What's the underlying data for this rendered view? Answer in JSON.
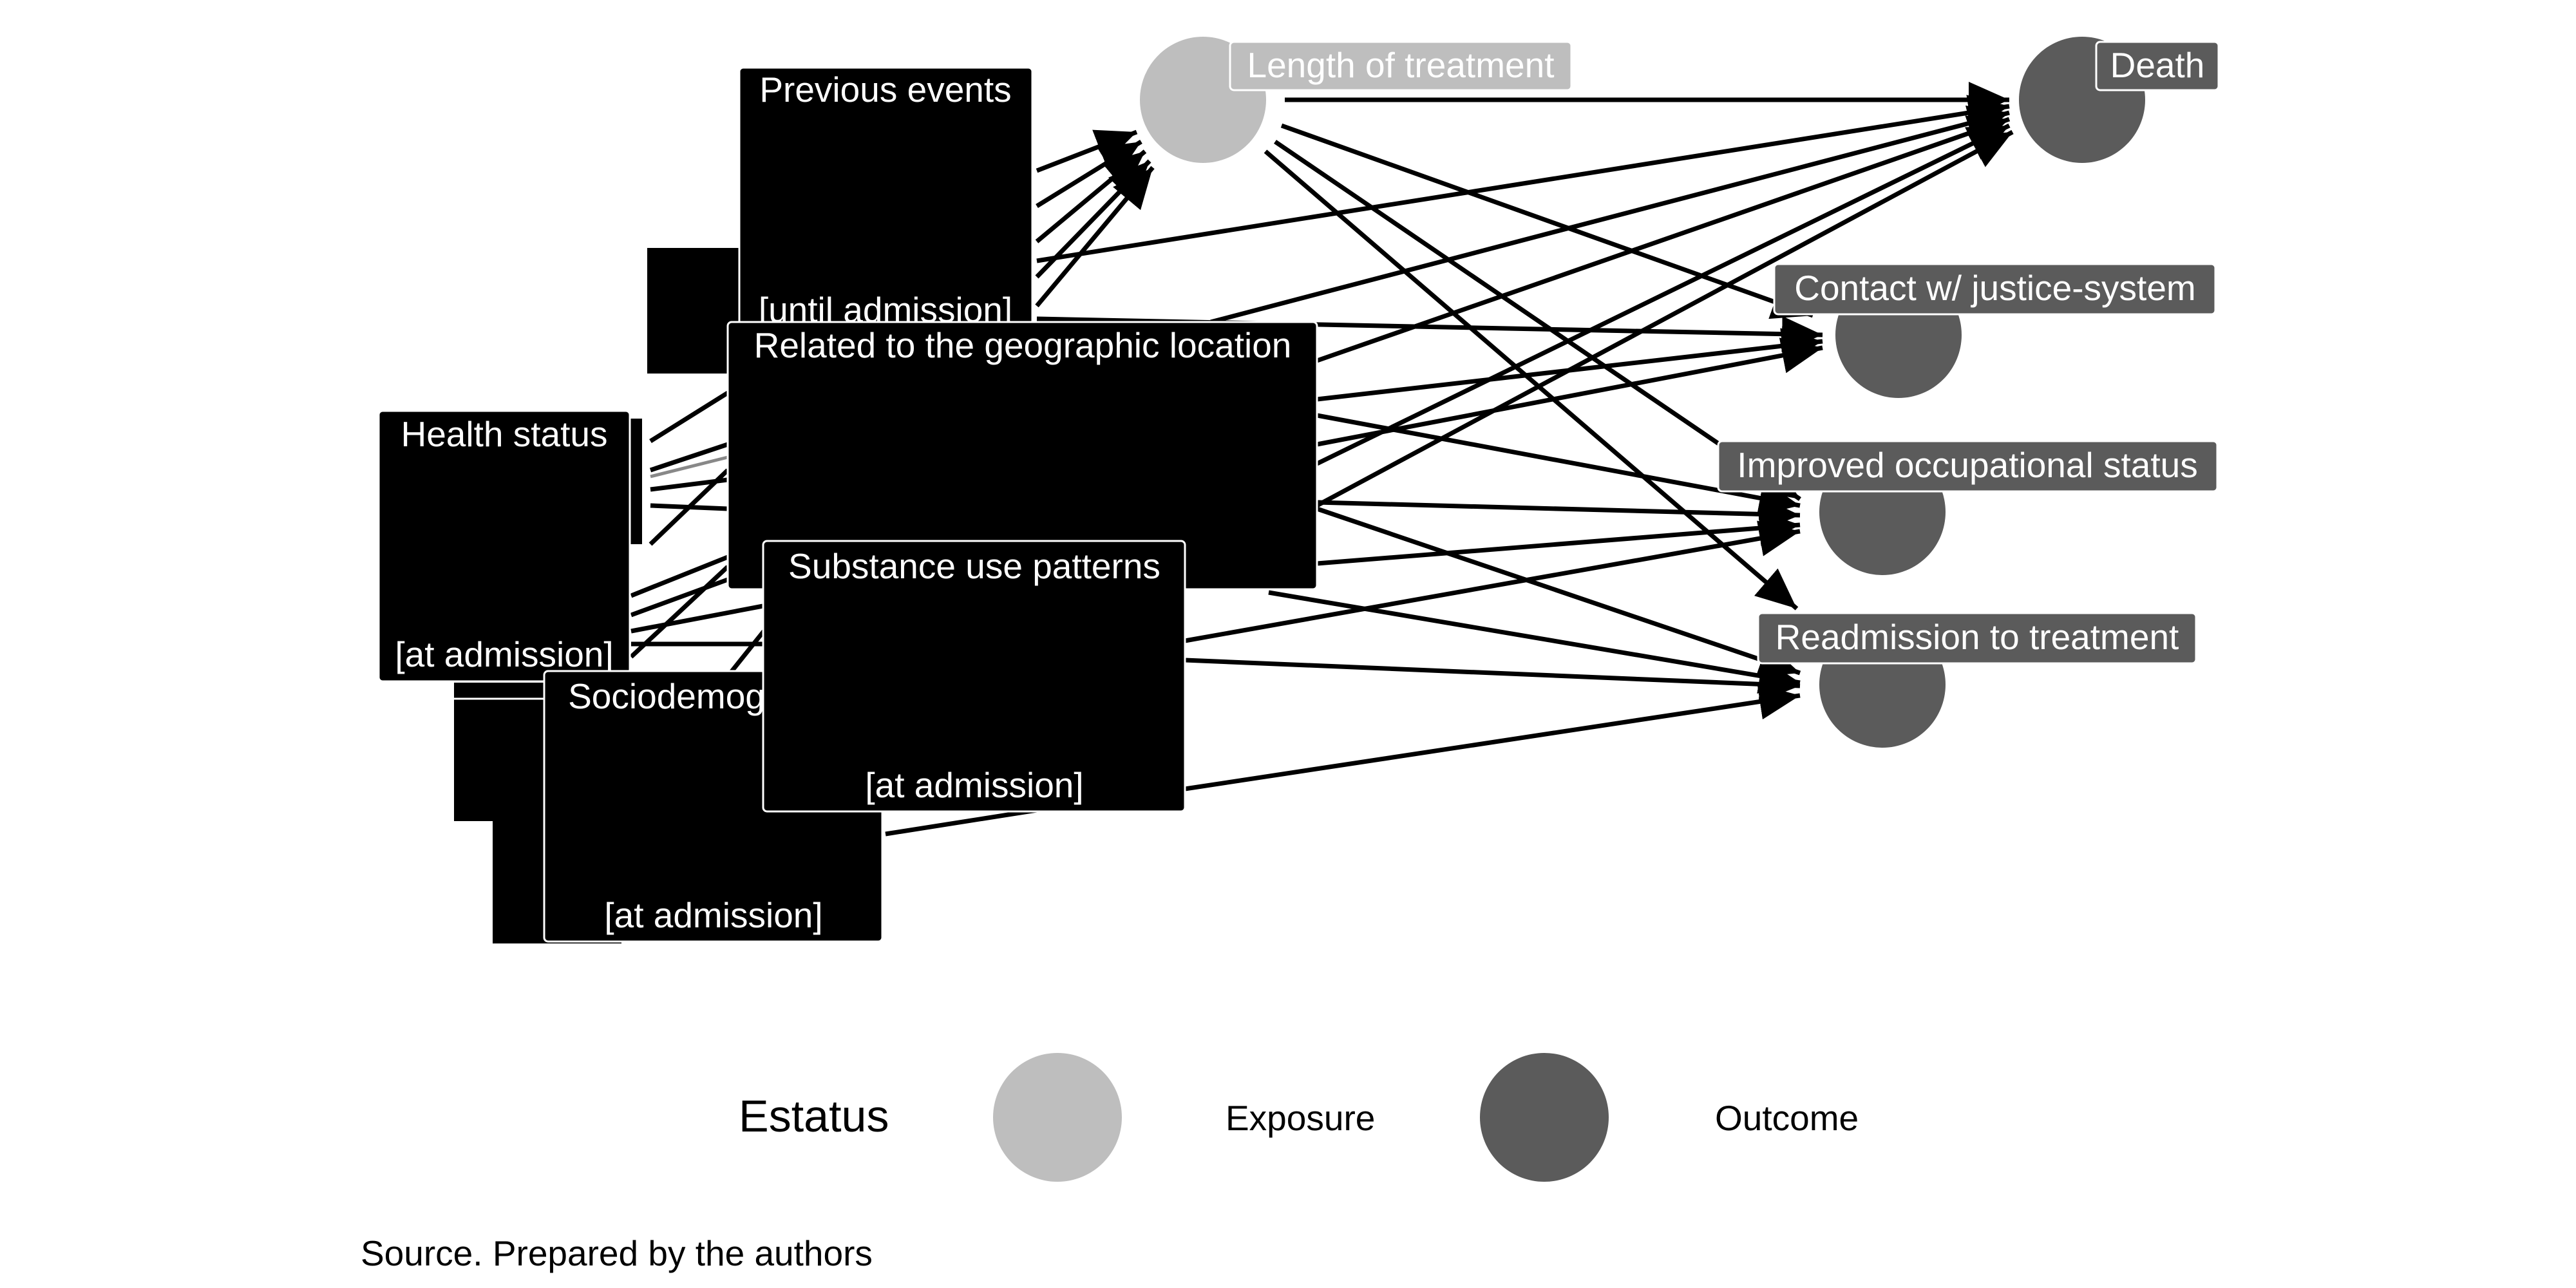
{
  "nodes": {
    "previous_events": {
      "title": "Previous events",
      "subtitle": "[until admission]"
    },
    "geographic": {
      "title": "Related to the geographic location"
    },
    "health_status": {
      "title": "Health status",
      "subtitle": "[at admission]"
    },
    "substance_use": {
      "title": "Substance use patterns",
      "subtitle": "[at admission]"
    },
    "sociodemographic": {
      "title": "Sociodemog",
      "subtitle": "[at admission]"
    },
    "length_of_treatment": {
      "label": "Length of treatment",
      "status": "Exposure"
    },
    "death": {
      "label": "Death",
      "status": "Outcome"
    },
    "justice": {
      "label": "Contact w/ justice-system",
      "status": "Outcome"
    },
    "occupational": {
      "label": "Improved occupational status",
      "status": "Outcome"
    },
    "readmission": {
      "label": "Readmission to treatment",
      "status": "Outcome"
    }
  },
  "legend": {
    "title": "Estatus",
    "items": [
      {
        "label": "Exposure",
        "color": "#bebebe"
      },
      {
        "label": "Outcome",
        "color": "#5b5b5b"
      }
    ]
  },
  "caption": "Source. Prepared by the authors",
  "colors": {
    "box": "#000000",
    "exposure": "#bebebe",
    "outcome": "#5b5b5b",
    "arrow": "#000000"
  }
}
